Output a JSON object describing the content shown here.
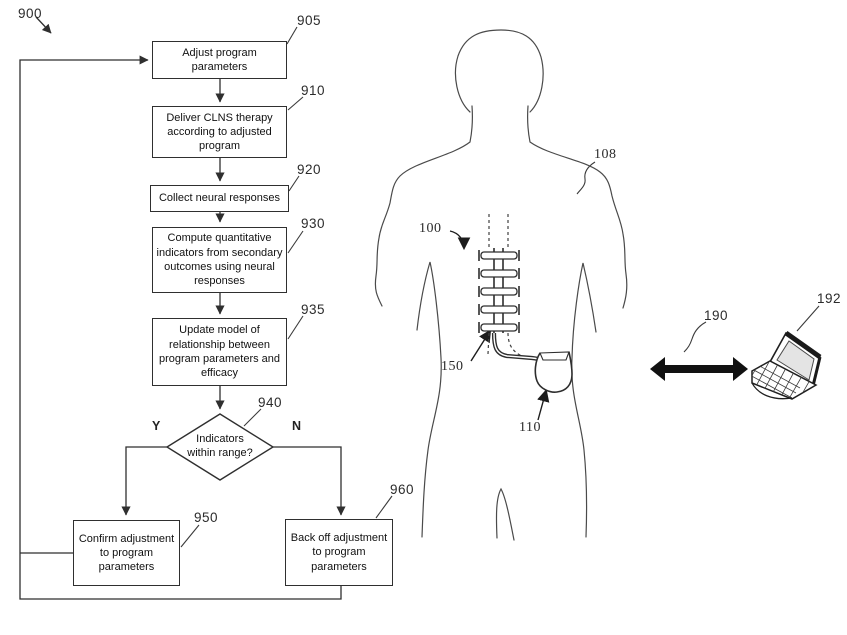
{
  "figure": {
    "start_ref": "900",
    "decision_yes": "Y",
    "decision_no": "N",
    "colors": {
      "line": "#3a3a3a",
      "arrow_fill": "#111111",
      "screen_fill": "#e4e4e4"
    },
    "flowchart_nodes": [
      {
        "ref": "905",
        "type": "process",
        "label": "Adjust program parameters"
      },
      {
        "ref": "910",
        "type": "process",
        "label": "Deliver CLNS therapy according to adjusted program"
      },
      {
        "ref": "920",
        "type": "process",
        "label": "Collect neural responses"
      },
      {
        "ref": "930",
        "type": "process",
        "label": "Compute quantitative indicators from secondary outcomes using neural responses"
      },
      {
        "ref": "935",
        "type": "process",
        "label": "Update model of relationship between program parameters and efficacy"
      },
      {
        "ref": "940",
        "type": "decision",
        "label": "Indicators within range?"
      },
      {
        "ref": "950",
        "type": "process",
        "label": "Confirm adjustment to program parameters"
      },
      {
        "ref": "960",
        "type": "process",
        "label": "Back off adjustment to program parameters"
      }
    ],
    "illustration_labels": {
      "system": "100",
      "patient_body": "108",
      "implanted_device": "110",
      "stimulation_lead": "150",
      "telemetry_link": "190",
      "external_programmer": "192"
    }
  }
}
